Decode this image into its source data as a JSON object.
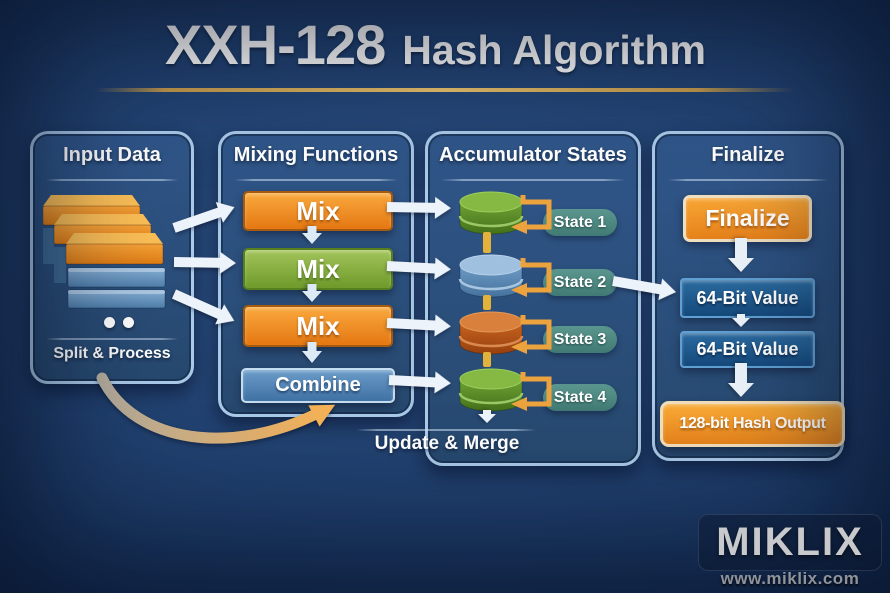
{
  "header": {
    "title_main": "XXH-128",
    "title_sub": "Hash Algorithm"
  },
  "panels": {
    "input_data": {
      "title": "Input Data",
      "caption": "Split & Process"
    },
    "mixing_functions": {
      "title": "Mixing Functions",
      "mix_boxes": [
        {
          "label": "Mix",
          "color": "#ee8b1d"
        },
        {
          "label": "Mix",
          "color": "#7ba336"
        },
        {
          "label": "Mix",
          "color": "#ee8b1d"
        }
      ],
      "combine_label": "Combine"
    },
    "accumulator_states": {
      "title": "Accumulator States",
      "states": [
        {
          "label": "State 1",
          "cylinder_color": "#5e8f29"
        },
        {
          "label": "State 2",
          "cylinder_color": "#6694bf"
        },
        {
          "label": "State 3",
          "cylinder_color": "#bc561b"
        },
        {
          "label": "State 4",
          "cylinder_color": "#5e8f29"
        }
      ],
      "caption": "Update & Merge"
    },
    "finalize": {
      "title": "Finalize",
      "step_label": "Finalize",
      "value_labels": [
        "64-Bit Value",
        "64-Bit Value"
      ],
      "output_label": "128-bit Hash Output"
    }
  },
  "branding": {
    "logo_text": "MIKLIX",
    "website": "www.miklix.com"
  },
  "colors": {
    "background": "#1f3e6c",
    "panel_fill": "#2b5181",
    "panel_border": "#a9c9e8",
    "accent_orange": "#ee8b1d",
    "accent_green": "#7ba336",
    "accent_blue": "#4a7fb5",
    "state_pill_teal": "#4f8d88",
    "gold": "#e0b14c",
    "arrow_white": "#edf3fa"
  }
}
